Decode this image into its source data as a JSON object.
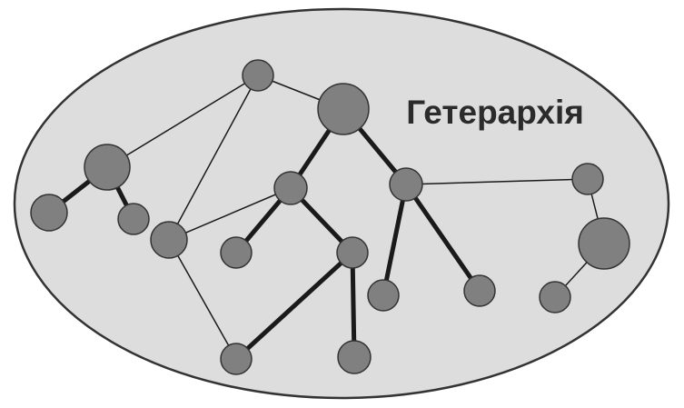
{
  "diagram": {
    "title": "Гетерархія",
    "colors": {
      "background": "#dddddd",
      "outline": "#333333",
      "node_fill": "#808080",
      "node_stroke": "#333333",
      "edge": "#1a1a1a",
      "title": "#2b2b2b"
    },
    "nodes": [
      {
        "id": "n1",
        "size": "small"
      },
      {
        "id": "n2",
        "size": "large"
      },
      {
        "id": "n3",
        "size": "large"
      },
      {
        "id": "n4",
        "size": "small"
      },
      {
        "id": "n5",
        "size": "small"
      },
      {
        "id": "n6",
        "size": "small"
      },
      {
        "id": "n7",
        "size": "small"
      },
      {
        "id": "n8",
        "size": "small"
      },
      {
        "id": "n9",
        "size": "small"
      },
      {
        "id": "n10",
        "size": "small"
      },
      {
        "id": "n11",
        "size": "small"
      },
      {
        "id": "n12",
        "size": "small"
      },
      {
        "id": "n13",
        "size": "small"
      },
      {
        "id": "n14",
        "size": "small"
      },
      {
        "id": "n15",
        "size": "small"
      },
      {
        "id": "n16",
        "size": "small"
      },
      {
        "id": "n17",
        "size": "large"
      },
      {
        "id": "n18",
        "size": "small"
      }
    ],
    "edges": [
      {
        "from": "n1",
        "to": "n2",
        "weight": "thin"
      },
      {
        "from": "n1",
        "to": "n3",
        "weight": "thin"
      },
      {
        "from": "n1",
        "to": "n8",
        "weight": "thin"
      },
      {
        "from": "n2",
        "to": "n4",
        "weight": "thick"
      },
      {
        "from": "n2",
        "to": "n5",
        "weight": "thick"
      },
      {
        "from": "n3",
        "to": "n6",
        "weight": "thick"
      },
      {
        "from": "n3",
        "to": "n7",
        "weight": "thick"
      },
      {
        "from": "n8",
        "to": "n4",
        "weight": "thin"
      },
      {
        "from": "n8",
        "to": "n9",
        "weight": "thin"
      },
      {
        "from": "n4",
        "to": "n10",
        "weight": "thick"
      },
      {
        "from": "n4",
        "to": "n11",
        "weight": "thick"
      },
      {
        "from": "n11",
        "to": "n9",
        "weight": "thick"
      },
      {
        "from": "n11",
        "to": "n12",
        "weight": "thick"
      },
      {
        "from": "n5",
        "to": "n13",
        "weight": "thick"
      },
      {
        "from": "n5",
        "to": "n14",
        "weight": "thick"
      },
      {
        "from": "n5",
        "to": "n15",
        "weight": "thin"
      },
      {
        "from": "n15",
        "to": "n17",
        "weight": "thin"
      },
      {
        "from": "n17",
        "to": "n16",
        "weight": "thin"
      }
    ]
  }
}
